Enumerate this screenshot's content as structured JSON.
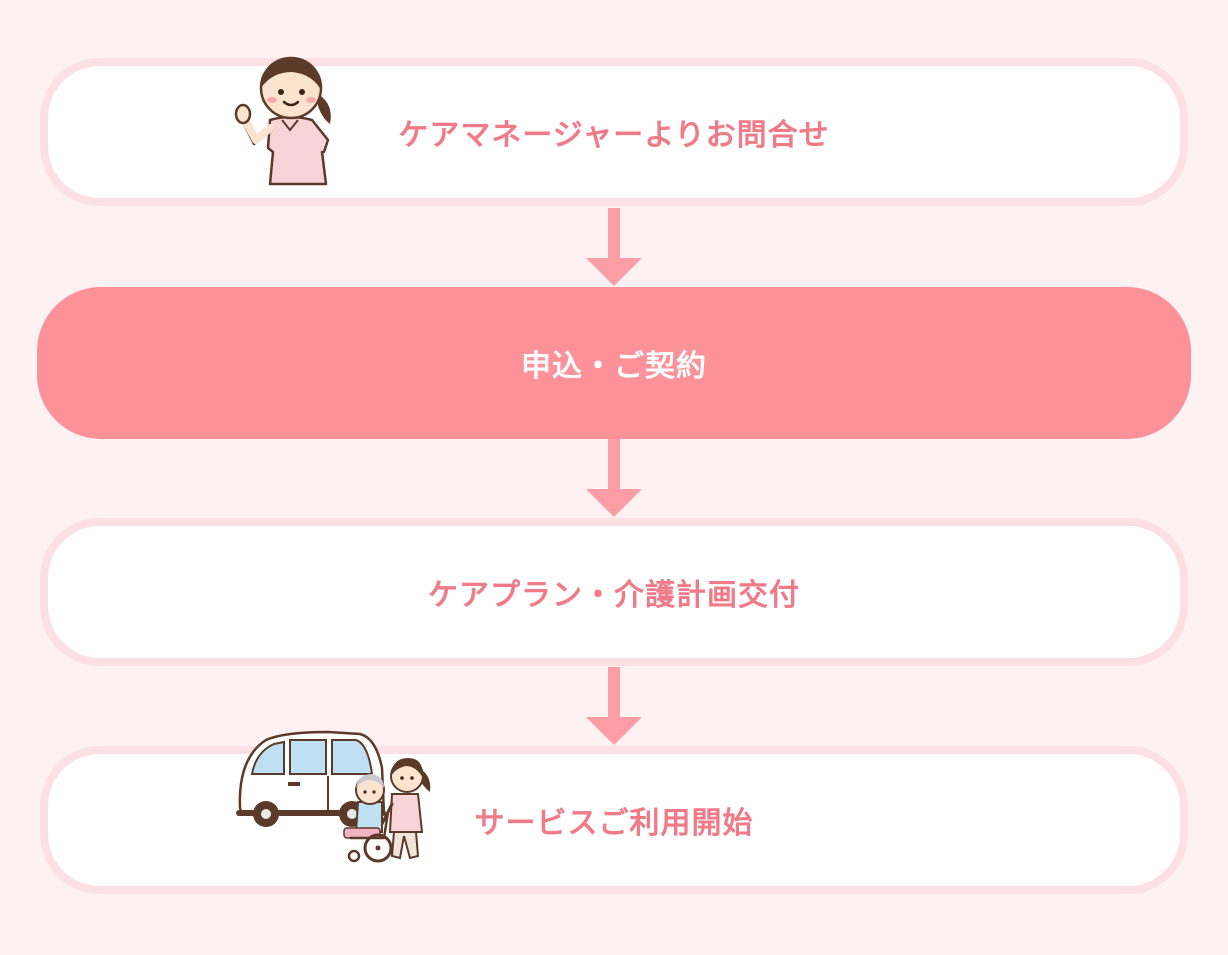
{
  "steps": [
    {
      "label": "ケアマネージャーよりお問合せ",
      "style": "outline",
      "icon": "care-worker-waving-icon"
    },
    {
      "label": "申込・ご契約",
      "style": "filled"
    },
    {
      "label": "ケアプラン・介護計画交付",
      "style": "outline"
    },
    {
      "label": "サービスご利用開始",
      "style": "outline",
      "icon": "van-wheelchair-caregiver-icon"
    }
  ],
  "colors": {
    "background": "#fdf1f2",
    "box_fill": "#ffffff",
    "box_border": "#fde0e4",
    "highlight_fill": "#fd9199",
    "text_pink": "#f07a88",
    "arrow": "#fd9ea6"
  }
}
